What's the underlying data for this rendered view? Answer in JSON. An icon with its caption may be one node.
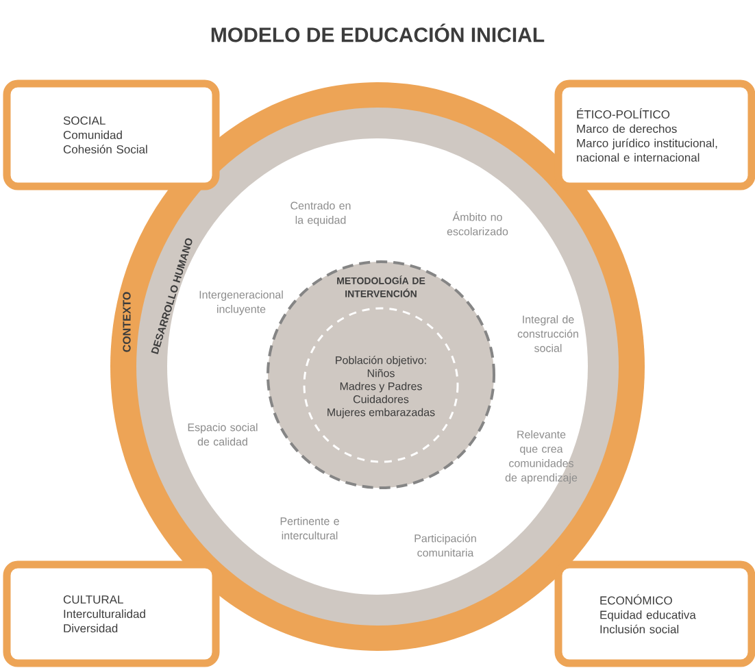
{
  "diagram": {
    "title": "MODELO DE EDUCACIÓN INICIAL",
    "nodes": [
      {
        "text": [
          "CONTEXTO"
        ]
      },
      {
        "text": [
          "DESARROLLO HUMANO"
        ],
        "in": 0
      },
      {
        "text": [
          "METODOLOGÍA DE INTERVENCIÓN",
          "Población objetivo:",
          "Niños",
          "Madres y Padres",
          "Cuidadores",
          "Mujeres embarazadas"
        ],
        "in": 1
      },
      {
        "text": [
          "SOCIAL",
          "Comunidad",
          "Cohesión Social"
        ]
      },
      {
        "text": [
          "ÉTICO-POLÍTICO",
          "Marco de derechos",
          "Marco jurídico institucional, nacional e internacional"
        ]
      },
      {
        "text": [
          "CULTURAL",
          "Interculturalidad",
          "Diversidad"
        ]
      },
      {
        "text": [
          "ECONÓMICO",
          "Equidad educativa",
          "Inclusión social"
        ]
      }
    ],
    "labels": [
      "Centrado en la equidad",
      "Ámbito no escolarizado",
      "Intergeneracional incluyente",
      "Integral de construcción social",
      "Espacio social de calidad",
      "Relevante que crea comunidades de aprendizaje",
      "Pertinente e intercultural",
      "Participación comunitaria"
    ]
  }
}
